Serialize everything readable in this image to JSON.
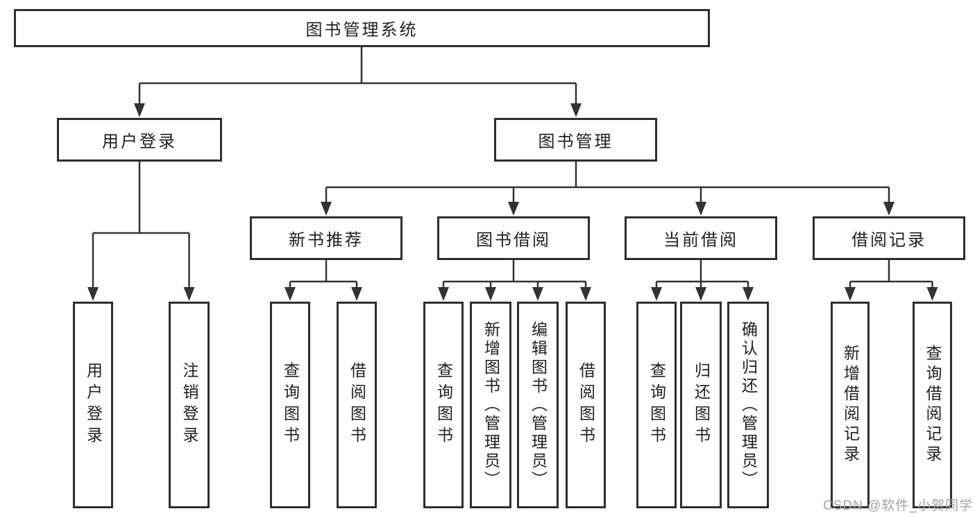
{
  "diagram": {
    "type": "hierarchy",
    "tree": {
      "label": "图书管理系统",
      "children": [
        {
          "label": "用户登录",
          "children": [
            {
              "label": "用户登录"
            },
            {
              "label": "注销登录"
            }
          ]
        },
        {
          "label": "图书管理",
          "children": [
            {
              "label": "新书推荐",
              "children": [
                {
                  "label": "查询图书"
                },
                {
                  "label": "借阅图书"
                }
              ]
            },
            {
              "label": "图书借阅",
              "children": [
                {
                  "label": "查询图书"
                },
                {
                  "label": "新增图书（管理员）"
                },
                {
                  "label": "编辑图书（管理员）"
                },
                {
                  "label": "借阅图书"
                }
              ]
            },
            {
              "label": "当前借阅",
              "children": [
                {
                  "label": "查询图书"
                },
                {
                  "label": "归还图书"
                },
                {
                  "label": "确认归还（管理员）"
                }
              ]
            },
            {
              "label": "借阅记录",
              "children": [
                {
                  "label": "新增借阅记录"
                },
                {
                  "label": "查询借阅记录"
                }
              ]
            }
          ]
        }
      ]
    },
    "colors": {
      "line": "#333333",
      "box_border": "#2e2e2e",
      "box_background": "#ffffff",
      "text": "#1f1f1f",
      "watermark": "#a3a3a3",
      "background": "#ffffff"
    }
  },
  "watermark": {
    "text": "CSDN @软件_小贺同学"
  }
}
